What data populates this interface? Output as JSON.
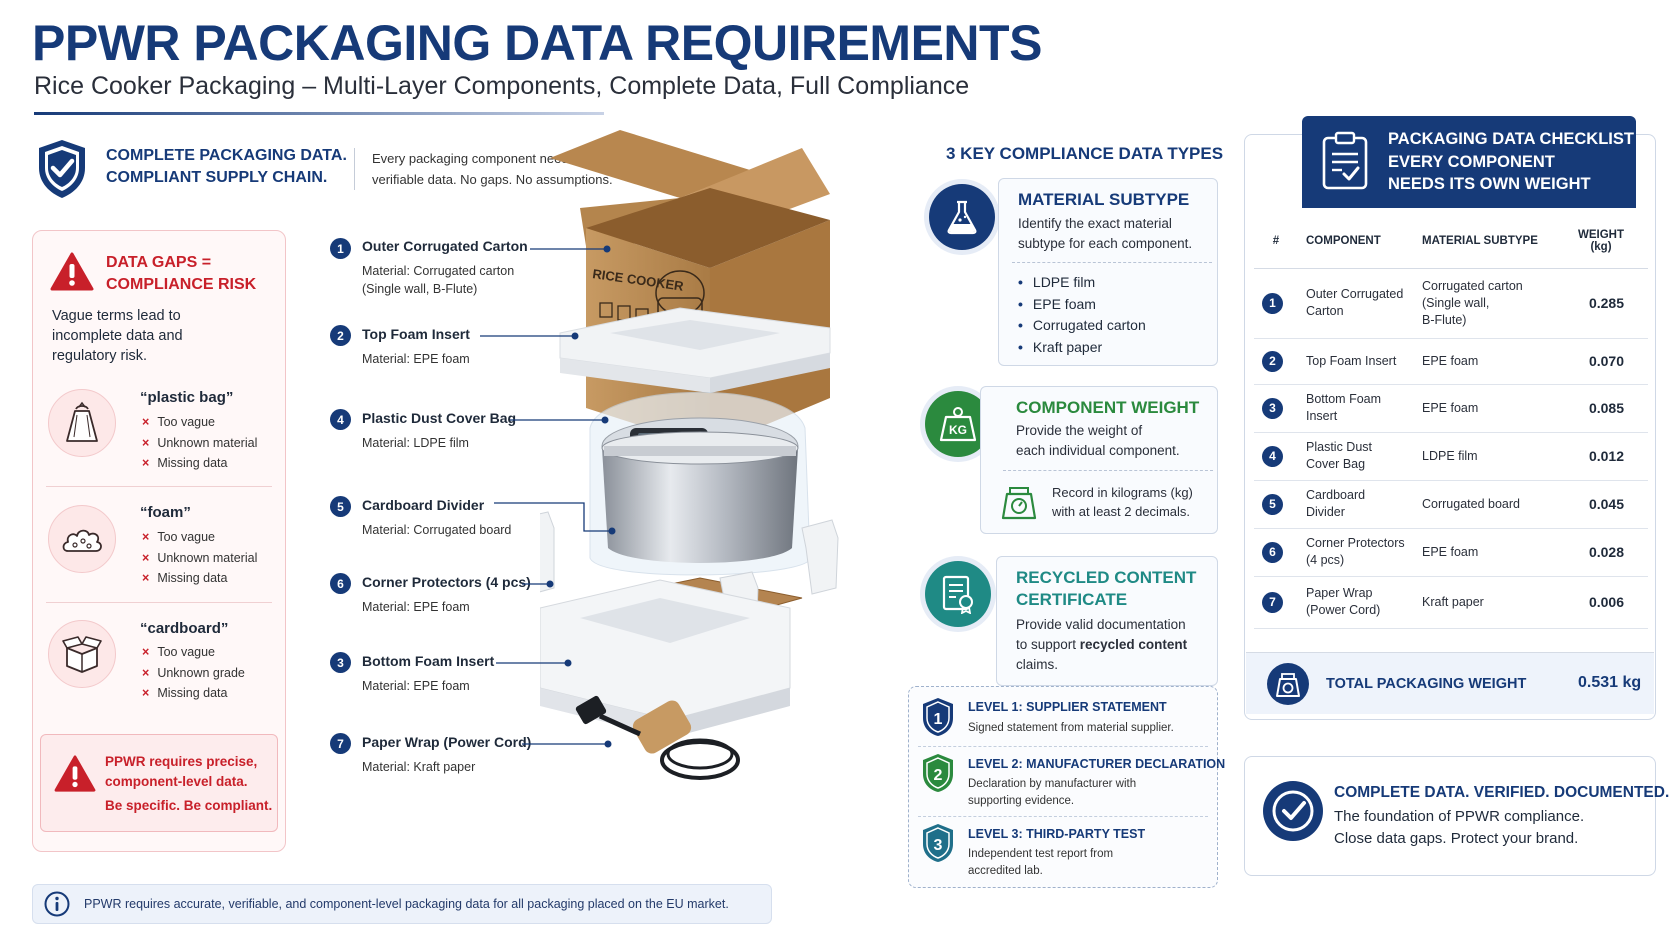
{
  "header": {
    "title": "PPWR PACKAGING DATA REQUIREMENTS",
    "subtitle": "Rice Cooker Packaging – Multi-Layer Components, Complete Data, Full Compliance"
  },
  "intro": {
    "heading_line1": "COMPLETE PACKAGING DATA.",
    "heading_line2": "COMPLIANT SUPPLY CHAIN.",
    "text_line1": "Every packaging component needs accurate,",
    "text_line2": "verifiable data. No gaps. No assumptions."
  },
  "risk": {
    "heading_line1": "DATA GAPS =",
    "heading_line2": "COMPLIANCE RISK",
    "intro_line1": "Vague terms lead to",
    "intro_line2": "incomplete data and",
    "intro_line3": "regulatory risk.",
    "vague_terms": [
      {
        "term": "“plastic bag”",
        "issues": [
          "Too vague",
          "Unknown material",
          "Missing data"
        ],
        "icon": "bag-icon"
      },
      {
        "term": "“foam”",
        "issues": [
          "Too vague",
          "Unknown material",
          "Missing data"
        ],
        "icon": "foam-icon"
      },
      {
        "term": "“cardboard”",
        "issues": [
          "Too vague",
          "Unknown grade",
          "Missing data"
        ],
        "icon": "box-icon"
      }
    ],
    "issue_mark": "×",
    "box_line1": "PPWR requires precise,",
    "box_line2": "component-level data.",
    "box_line3": "Be specific. Be compliant."
  },
  "components": [
    {
      "num": "1",
      "name": "Outer Corrugated Carton",
      "material_line1": "Material: Corrugated carton",
      "material_line2": "(Single wall, B-Flute)"
    },
    {
      "num": "2",
      "name": "Top Foam Insert",
      "material_line1": "Material: EPE foam",
      "material_line2": ""
    },
    {
      "num": "4",
      "name": "Plastic Dust Cover Bag",
      "material_line1": "Material: LDPE film",
      "material_line2": ""
    },
    {
      "num": "5",
      "name": "Cardboard Divider",
      "material_line1": "Material: Corrugated board",
      "material_line2": ""
    },
    {
      "num": "6",
      "name": "Corner Protectors (4 pcs)",
      "material_line1": "Material: EPE foam",
      "material_line2": ""
    },
    {
      "num": "3",
      "name": "Bottom Foam Insert",
      "material_line1": "Material: EPE foam",
      "material_line2": ""
    },
    {
      "num": "7",
      "name": "Paper Wrap (Power Cord)",
      "material_line1": "Material: Kraft paper",
      "material_line2": ""
    }
  ],
  "illustration": {
    "box_label": "RICE COOKER"
  },
  "compliance": {
    "heading": "3 KEY COMPLIANCE DATA TYPES",
    "subtype": {
      "title": "MATERIAL SUBTYPE",
      "text_line1": "Identify the exact material",
      "text_line2": "subtype for each component.",
      "examples": [
        "LDPE film",
        "EPE foam",
        "Corrugated carton",
        "Kraft paper"
      ],
      "color": "#163a78"
    },
    "weight": {
      "badge": "KG",
      "title": "COMPONENT WEIGHT",
      "text_line1": "Provide the weight of",
      "text_line2": "each individual component.",
      "note_line1": "Record in kilograms (kg)",
      "note_line2": "with at least 2 decimals.",
      "color": "#2b8a3e"
    },
    "recycled": {
      "title_line1": "RECYCLED CONTENT",
      "title_line2": "CERTIFICATE",
      "text_line1": "Provide valid documentation",
      "text_line2_a": "to support ",
      "text_line2_b": "recycled content",
      "text_line3": "claims.",
      "color": "#1f8a85"
    },
    "levels": [
      {
        "num": "1",
        "title": "LEVEL 1: SUPPLIER STATEMENT",
        "text_line1": "Signed statement from material supplier.",
        "text_line2": "",
        "color": "#163a78"
      },
      {
        "num": "2",
        "title": "LEVEL 2: MANUFACTURER DECLARATION",
        "text_line1": "Declaration by manufacturer with",
        "text_line2": "supporting evidence.",
        "color": "#2b8a3e"
      },
      {
        "num": "3",
        "title": "LEVEL 3: THIRD-PARTY TEST",
        "text_line1": "Independent test report from",
        "text_line2": "accredited lab.",
        "color": "#1f6f8a"
      }
    ]
  },
  "checklist": {
    "heading_line1": "PACKAGING DATA CHECKLIST",
    "heading_line2": "EVERY COMPONENT",
    "heading_line3": "NEEDS ITS OWN WEIGHT",
    "columns": {
      "num": "#",
      "component": "COMPONENT",
      "subtype": "MATERIAL SUBTYPE",
      "weight_line1": "WEIGHT",
      "weight_line2": "(kg)"
    },
    "rows": [
      {
        "num": "1",
        "component_line1": "Outer Corrugated",
        "component_line2": "Carton",
        "subtype_line1": "Corrugated carton",
        "subtype_line2": "(Single wall,",
        "subtype_line3": "B-Flute)",
        "weight": "0.285"
      },
      {
        "num": "2",
        "component_line1": "Top Foam Insert",
        "component_line2": "",
        "subtype_line1": "EPE foam",
        "subtype_line2": "",
        "subtype_line3": "",
        "weight": "0.070"
      },
      {
        "num": "3",
        "component_line1": "Bottom Foam",
        "component_line2": "Insert",
        "subtype_line1": "EPE foam",
        "subtype_line2": "",
        "subtype_line3": "",
        "weight": "0.085"
      },
      {
        "num": "4",
        "component_line1": "Plastic Dust",
        "component_line2": "Cover Bag",
        "subtype_line1": "LDPE film",
        "subtype_line2": "",
        "subtype_line3": "",
        "weight": "0.012"
      },
      {
        "num": "5",
        "component_line1": "Cardboard",
        "component_line2": "Divider",
        "subtype_line1": "Corrugated board",
        "subtype_line2": "",
        "subtype_line3": "",
        "weight": "0.045"
      },
      {
        "num": "6",
        "component_line1": "Corner Protectors",
        "component_line2": "(4 pcs)",
        "subtype_line1": "EPE foam",
        "subtype_line2": "",
        "subtype_line3": "",
        "weight": "0.028"
      },
      {
        "num": "7",
        "component_line1": "Paper Wrap",
        "component_line2": "(Power Cord)",
        "subtype_line1": "Kraft paper",
        "subtype_line2": "",
        "subtype_line3": "",
        "weight": "0.006"
      }
    ],
    "total_label": "TOTAL PACKAGING WEIGHT",
    "total_value": "0.531 kg"
  },
  "final": {
    "heading": "COMPLETE DATA. VERIFIED. DOCUMENTED.",
    "text_line1": "The foundation of PPWR compliance.",
    "text_line2": "Close data gaps. Protect your brand."
  },
  "footer": {
    "note": "PPWR requires accurate, verifiable, and component-level packaging data for all packaging placed on the EU market."
  },
  "colors": {
    "navy": "#163a78",
    "red": "#c8202a",
    "green": "#2b8a3e",
    "teal": "#1f8a85"
  }
}
